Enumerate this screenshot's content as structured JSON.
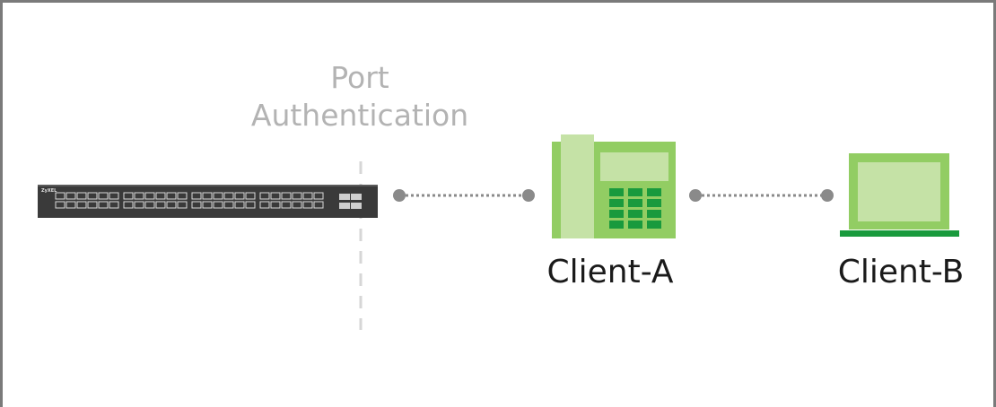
{
  "diagram": {
    "port_label_line1": "Port",
    "port_label_line2": "Authentication",
    "client_a_label": "Client-A",
    "client_b_label": "Client-B",
    "switch_brand": "ZyXEL",
    "colors": {
      "frame": "#7a7a7a",
      "switch_body": "#3a3a3a",
      "connector": "#8a8a8a",
      "auth_line": "#d6d6d6",
      "device_light": "#c5e2a6",
      "device_mid": "#92cd63",
      "device_dark": "#199a3d"
    },
    "icons": [
      "network-switch-icon",
      "ip-phone-icon",
      "laptop-icon"
    ]
  }
}
